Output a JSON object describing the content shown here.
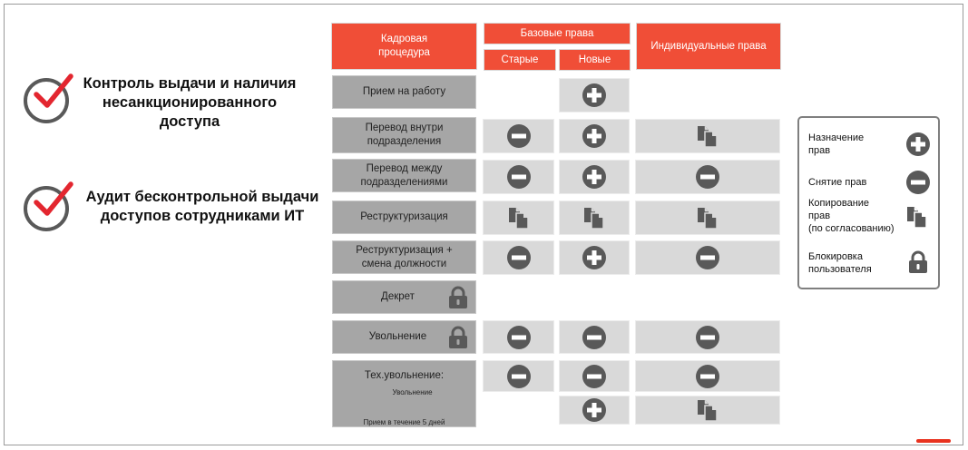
{
  "callouts": [
    {
      "line1": "Контроль выдачи и наличия",
      "line2": "несанкционированного",
      "line3": "доступа"
    },
    {
      "line1": "Аудит бесконтрольной выдачи",
      "line2": "доступов сотрудниками ИТ"
    }
  ],
  "headers": {
    "procedure_line1": "Кадровая",
    "procedure_line2": "процедура",
    "base_rights": "Базовые права",
    "old": "Старые",
    "new": "Новые",
    "individual_rights": "Индивидуальные права"
  },
  "procedures": [
    {
      "line1": "Прием на работу",
      "line2": ""
    },
    {
      "line1": "Перевод внутри",
      "line2": "подразделения"
    },
    {
      "line1": "Перевод между",
      "line2": "подразделениями"
    },
    {
      "line1": "Реструктуризация",
      "line2": ""
    },
    {
      "line1": "Реструктуризация +",
      "line2": "смена должности"
    },
    {
      "line1": "Декрет",
      "line2": "",
      "icon": "lock-icon"
    },
    {
      "line1": "Увольнение",
      "line2": "",
      "icon": "lock-icon"
    }
  ],
  "tech_dismissal": {
    "title": "Тех.увольнение:",
    "sub1": "Увольнение",
    "sub2": "Прием в течение 5 дней"
  },
  "cells": [
    {
      "row": "hire",
      "old": "",
      "new": "plus-icon",
      "individual": ""
    },
    {
      "row": "transfer-within",
      "old": "minus-icon",
      "new": "plus-icon",
      "individual": "copy-icon"
    },
    {
      "row": "transfer-between",
      "old": "minus-icon",
      "new": "plus-icon",
      "individual": "minus-icon"
    },
    {
      "row": "restructuring",
      "old": "copy-icon",
      "new": "copy-icon",
      "individual": "copy-icon"
    },
    {
      "row": "restructuring-position",
      "old": "minus-icon",
      "new": "plus-icon",
      "individual": "minus-icon"
    },
    {
      "row": "maternity",
      "old": "",
      "new": "",
      "individual": ""
    },
    {
      "row": "dismissal",
      "old": "minus-icon",
      "new": "minus-icon",
      "individual": "minus-icon"
    },
    {
      "row": "tech-dismissal-1",
      "old": "minus-icon",
      "new": "minus-icon",
      "individual": "minus-icon"
    },
    {
      "row": "tech-dismissal-2",
      "old": "",
      "new": "plus-icon",
      "individual": "copy-icon"
    }
  ],
  "legend": {
    "assign_line1": "Назначение",
    "assign_line2": "прав",
    "remove": "Снятие прав",
    "copy_line1": "Копирование",
    "copy_line2": "прав",
    "copy_line3": "(по согласованию)",
    "block_line1": "Блокировка",
    "block_line2": "пользователя"
  },
  "colors": {
    "header_red": "#f04e37",
    "procedure_gray": "#a6a6a6",
    "cell_gray": "#d9d9d9",
    "icon_dark": "#595959",
    "check_red": "#e3262f"
  }
}
